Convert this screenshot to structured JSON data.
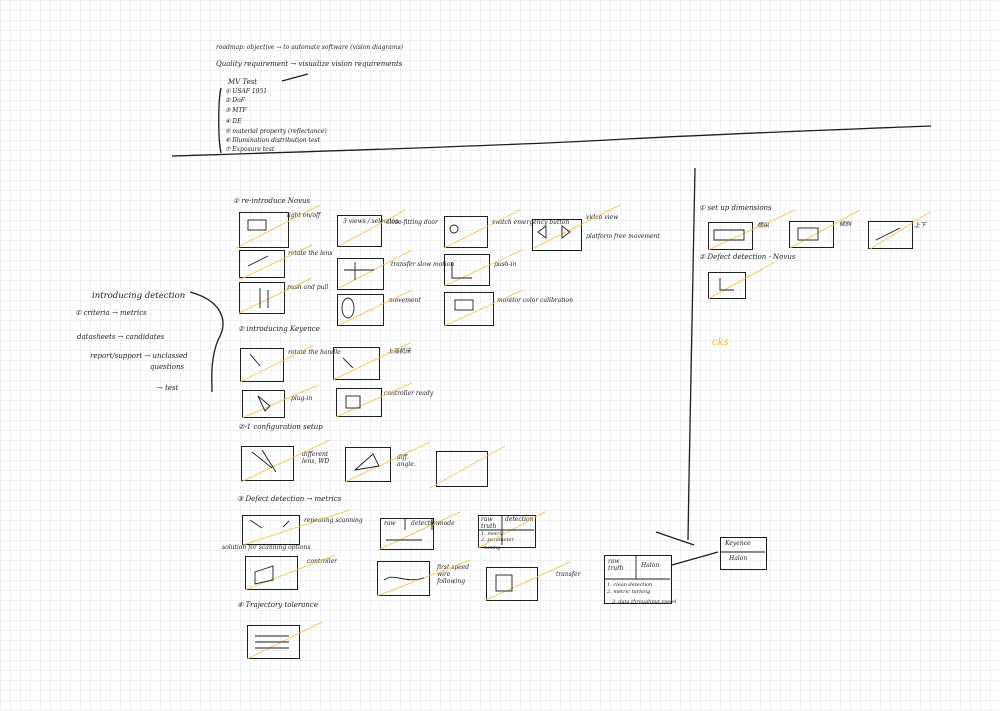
{
  "colors": {
    "ink": "#1e1e1e",
    "highlight": "#f0b628",
    "grid": "#eef0f2"
  },
  "top": {
    "line1": "roadmap: objective → to automate software (vision diagrams)",
    "line2": "Quality requirement → visualize vision requirements",
    "test_title": "MV Test",
    "tests": [
      "① USAF 1951",
      "② DoF",
      "③ MTF",
      "④ DE",
      "⑤ material property (reflectance)",
      "⑥ Illumination distribution test",
      "⑦ Exposure test"
    ]
  },
  "left": {
    "title": "introducing detection",
    "criteria": "① criteria → metrics",
    "datasheets": "datasheets → candidates",
    "report": "report/support → unclassed",
    "questions": "questions",
    "test": "→ test"
  },
  "s1": {
    "title": "① re-introduce Novus",
    "items": [
      "light on/off",
      "3 views / selection",
      "close-fitting door",
      "switch emergency button",
      "video view",
      "platform free movement",
      "rotate the lens",
      "transfer slow motion",
      "push-in",
      "push and pull",
      "movement",
      "monitor color calibration"
    ]
  },
  "s2": {
    "title": "② introducing Keyence",
    "items": [
      "rotate the handle",
      "上海机床",
      "plug-in",
      "controller ready"
    ]
  },
  "s21": {
    "title": "②-1 configuration setup",
    "items": [
      "different lens, WD",
      "diff. angle."
    ]
  },
  "s3": {
    "title": "③ Defect detection → metrics",
    "items": [
      "repeating scanning",
      "solution for scanning options",
      "controller",
      "first speed wire following",
      "transfer"
    ],
    "table1": {
      "c1": "raw",
      "c2": "detection",
      "c3": "mode"
    },
    "table2": {
      "c1": "raw truth",
      "c2": "detection",
      "l1": "1. metric",
      "l2": "2. parameter",
      "l3": "tuning"
    },
    "table3": {
      "c1": "raw truth",
      "c2": "Halon",
      "l1": "1. clean detection",
      "l2": "2. metric turning",
      "l3": "3. data throughput speed"
    },
    "table4": {
      "r1": "Keyence",
      "r2": "Halon"
    }
  },
  "s4": {
    "title": "④ Trajectory tolerance"
  },
  "right": {
    "s1": "① set up dimensions",
    "labels": [
      "横纵",
      "倾斜",
      "上下"
    ],
    "s2": "② Defect detection - Novus",
    "yellow": "cks"
  }
}
